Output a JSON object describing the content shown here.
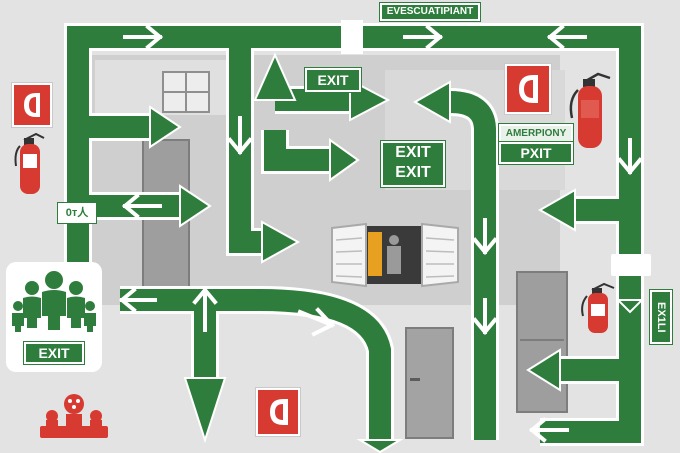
{
  "signs": {
    "top_banner": "EVESCUATIPIANT",
    "exit_center_top": "EXIT",
    "exit_big_line1": "EXIT",
    "exit_big_line2": "EXIT",
    "amerpiony": "AMERPIONY",
    "pxit": "PXIT",
    "left_small": "0т人",
    "right_vertical": "EX1LI",
    "panel_exit": "EXIT"
  },
  "icons": [
    "fire-extinguisher-icon",
    "fire-alarm-icon",
    "people-group-icon",
    "alarm-bell-icon",
    "arrow-icon"
  ],
  "colors": {
    "route_green": "#2e7d3c",
    "sign_red": "#d63a30",
    "floor_gray": "#c8c8c8",
    "wall_gray": "#b9b9b9"
  }
}
